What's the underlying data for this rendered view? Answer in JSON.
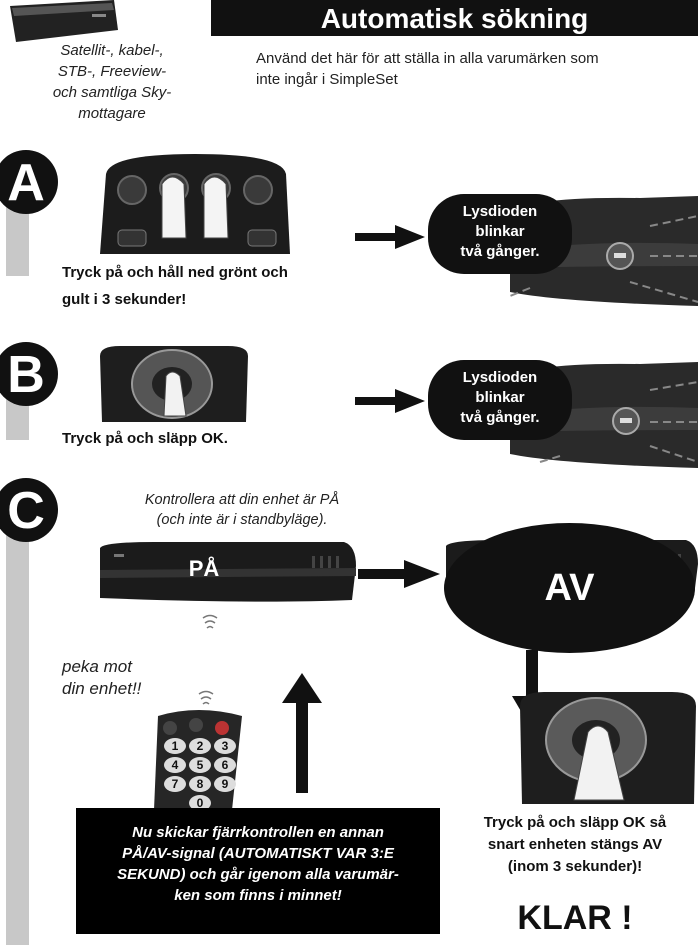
{
  "header": {
    "title": "Automatisk sökning"
  },
  "device_caption": {
    "lines": [
      "Satellit-, kabel-,",
      "STB-, Freeview-",
      "och samtliga Sky-",
      "mottagare"
    ]
  },
  "subtitle": {
    "lines": [
      "Använd det här för att ställa in alla varumärken som",
      "inte ingår i SimpleSet"
    ]
  },
  "steps": {
    "a": {
      "letter": "A",
      "instruction_lines": [
        "Tryck på och håll ned grönt och",
        "gult i 3 sekunder!"
      ],
      "bubble_lines": [
        "Lysdioden",
        "blinkar",
        "två gånger."
      ]
    },
    "b": {
      "letter": "B",
      "instruction": "Tryck på och släpp OK.",
      "bubble_lines": [
        "Lysdioden",
        "blinkar",
        "två gånger."
      ]
    },
    "c": {
      "letter": "C",
      "note_lines": [
        "Kontrollera att din enhet är PÅ",
        "(och inte är i standbyläge)."
      ],
      "device_on_label": "PÅ",
      "device_off_label": "AV",
      "point_lines": [
        "peka mot",
        "din enhet!!"
      ],
      "keypad": [
        "1",
        "2",
        "3",
        "4",
        "5",
        "6",
        "7",
        "8",
        "9",
        "0"
      ],
      "info_box_lines": [
        "Nu skickar fjärrkontrollen en annan",
        "PÅ/AV-signal (AUTOMATISKT VAR 3:E",
        "SEKUND) och går igenom alla varumär-",
        "ken som finns i minnet!"
      ],
      "final_instruction_lines": [
        "Tryck på och släpp OK så",
        "snart enheten stängs AV",
        "(inom 3 sekunder)!"
      ],
      "done_label": "KLAR !"
    }
  },
  "colors": {
    "ink": "#111111",
    "rail": "#c8c8c8",
    "paper": "#ffffff"
  }
}
